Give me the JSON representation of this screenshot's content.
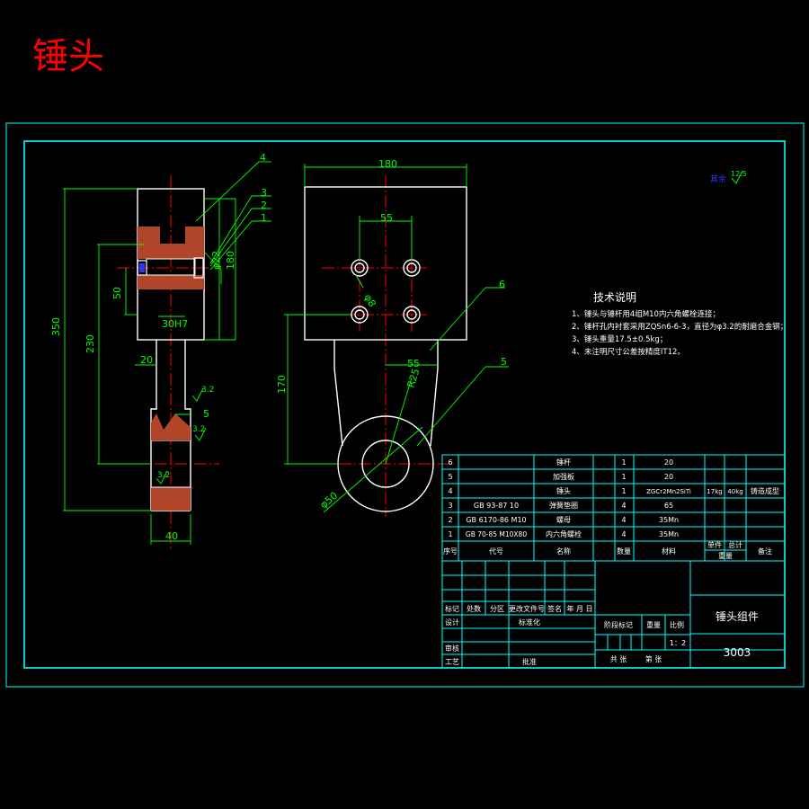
{
  "page_title": "锤头",
  "colors": {
    "background": "#000000",
    "frame": "#00ffff",
    "outline": "#ffffff",
    "dimension": "#00ff00",
    "centerline": "#ff0000",
    "section_hatch": "#c8502a",
    "title_red": "#ff0000",
    "label_blue": "#3333ff",
    "symbol_green": "#00ff00"
  },
  "dimensions": {
    "overall_height": "350",
    "lower_height": "230",
    "slot_height": "50",
    "hole_span": "30H7",
    "neck_width": "20",
    "side_small": "5",
    "hole_dia_small": "φ22",
    "height_180": "180",
    "bottom_width": "40",
    "roughness_a": "3.2",
    "roughness_b": "3.2",
    "roughness_c": "3.2",
    "top_width": "180",
    "hole_spacing": "55",
    "hole_dia": "φ8",
    "center_offset": "55",
    "boss_radius": "R25",
    "front_height": "170",
    "outer_dia": "φ50"
  },
  "callouts": {
    "c1": "1",
    "c2": "2",
    "c3": "3",
    "c4": "4",
    "c5": "5",
    "c6": "6"
  },
  "corner_mark": {
    "label": "其余",
    "value": "12.5"
  },
  "tech_notes": {
    "heading": "技术说明",
    "lines": [
      "1、锤头与锤杆用4组M10内六角螺栓连接；",
      "2、锤杆孔内衬套采用ZQSn6-6-3，直径为φ3.2的耐磨合金钢；",
      "3、锤头重量17.5±0.5kg；",
      "4、未注明尺寸公差按精度IT12。"
    ]
  },
  "parts_table": {
    "rows": [
      {
        "no": "6",
        "code": "",
        "name": "锤杆",
        "qty": "1",
        "material": "20",
        "unit": "",
        "total": "",
        "note": ""
      },
      {
        "no": "5",
        "code": "",
        "name": "加强板",
        "qty": "1",
        "material": "20",
        "unit": "",
        "total": "",
        "note": ""
      },
      {
        "no": "4",
        "code": "",
        "name": "锤头",
        "qty": "1",
        "material": "ZGCr2Mn2SiTi",
        "unit": "17kg",
        "total": "40kg",
        "note": "铸造成型"
      },
      {
        "no": "3",
        "code": "GB 93-87 10",
        "name": "弹簧垫圈",
        "qty": "4",
        "material": "65",
        "unit": "",
        "total": "",
        "note": ""
      },
      {
        "no": "2",
        "code": "GB 6170-86 M10",
        "name": "螺母",
        "qty": "4",
        "material": "35Mn",
        "unit": "",
        "total": "",
        "note": ""
      },
      {
        "no": "1",
        "code": "GB 70-85 M10X80",
        "name": "内六角螺栓",
        "qty": "4",
        "material": "35Mn",
        "unit": "",
        "total": "",
        "note": ""
      }
    ],
    "header": {
      "no": "序号",
      "code": "代号",
      "name": "名称",
      "qty": "数量",
      "material": "材料",
      "unit": "单件",
      "total": "总计",
      "weight": "重量",
      "note": "备注"
    }
  },
  "title_block": {
    "mark": "标记",
    "count": "处数",
    "zone": "分区",
    "change_doc": "更改文件号",
    "sign": "签名",
    "date": "年 月 日",
    "design": "设计",
    "standardize": "标准化",
    "stage_mark": "阶段标记",
    "weight": "重量",
    "scale": "比例",
    "scale_value": "1：2",
    "check": "审核",
    "process": "工艺",
    "approve": "批准",
    "sheets": "共 张",
    "sheet_no": "第 张",
    "drawing_name": "锤头组件",
    "drawing_number": "3003"
  }
}
